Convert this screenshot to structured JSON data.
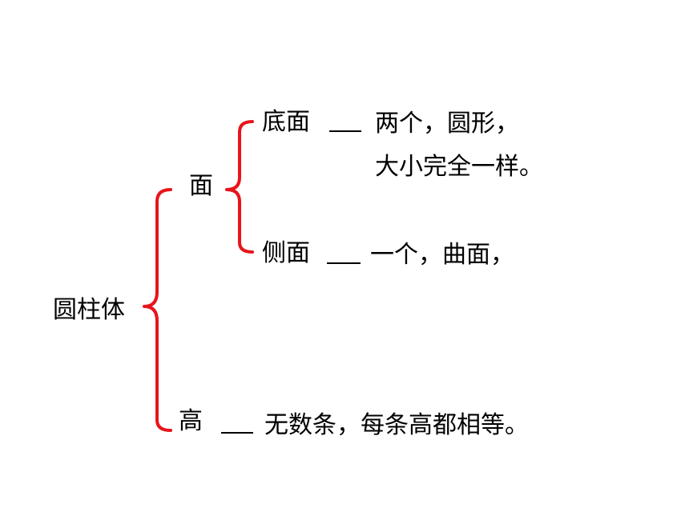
{
  "colors": {
    "brace": "#e8141b",
    "text": "#000000",
    "background": "#ffffff"
  },
  "root": {
    "label": "圆柱体"
  },
  "face": {
    "label": "面",
    "bottom": {
      "label": "底面",
      "desc_line1": "两个，圆形，",
      "desc_line2": "大小完全一样。"
    },
    "side": {
      "label": "侧面",
      "desc": "一个，曲面，"
    }
  },
  "height": {
    "label": "高",
    "desc": "无数条，每条高都相等。"
  }
}
